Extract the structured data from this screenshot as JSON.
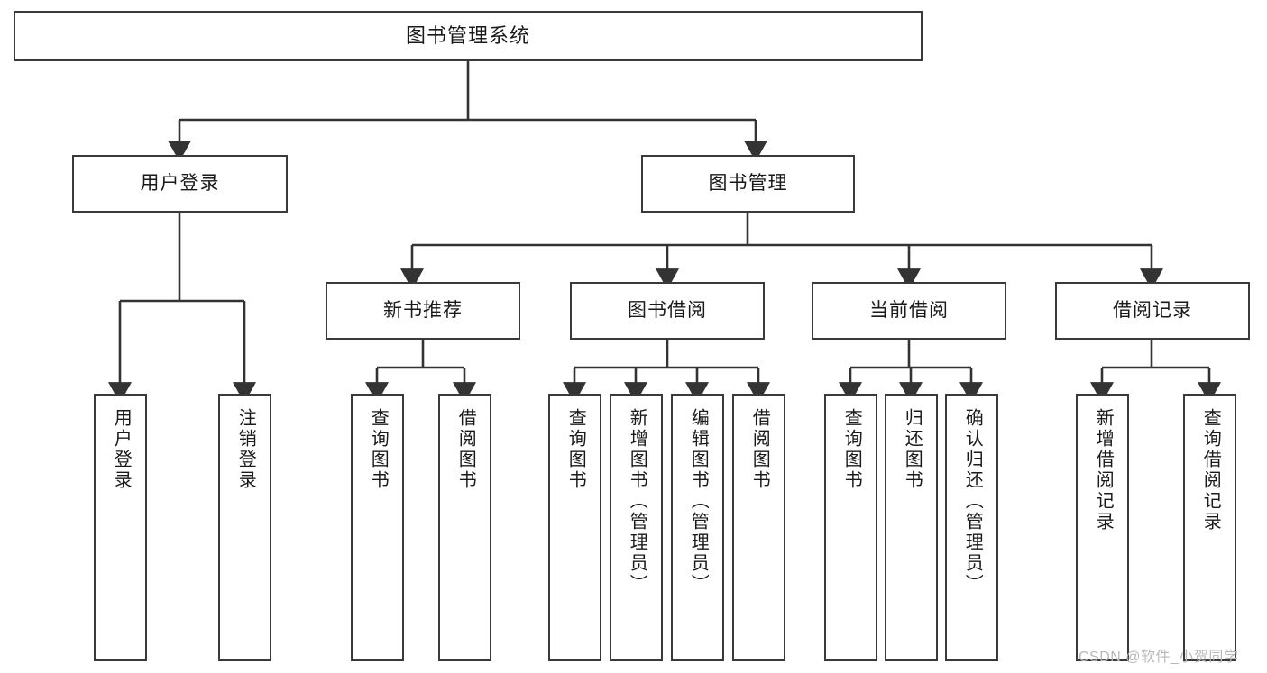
{
  "diagram": {
    "type": "hierarchy-tree",
    "title": "图书管理系统",
    "root": {
      "id": "root",
      "label": "图书管理系统",
      "level": 0
    },
    "level1": [
      {
        "id": "user-login",
        "label": "用户登录"
      },
      {
        "id": "book-management",
        "label": "图书管理"
      }
    ],
    "level2": [
      {
        "id": "new-book-recommend",
        "label": "新书推荐",
        "parent": "book-management"
      },
      {
        "id": "book-borrow",
        "label": "图书借阅",
        "parent": "book-management"
      },
      {
        "id": "current-borrow",
        "label": "当前借阅",
        "parent": "book-management"
      },
      {
        "id": "borrow-record",
        "label": "借阅记录",
        "parent": "book-management"
      }
    ],
    "leaves": [
      {
        "id": "leaf-user-login",
        "label": "用户登录",
        "parent": "user-login"
      },
      {
        "id": "leaf-user-logout",
        "label": "注销登录",
        "parent": "user-login"
      },
      {
        "id": "leaf-query-book-1",
        "label": "查询图书",
        "parent": "new-book-recommend"
      },
      {
        "id": "leaf-borrow-book-1",
        "label": "借阅图书",
        "parent": "new-book-recommend"
      },
      {
        "id": "leaf-query-book-2",
        "label": "查询图书",
        "parent": "book-borrow"
      },
      {
        "id": "leaf-add-book",
        "label": "新增图书（管理员）",
        "parent": "book-borrow"
      },
      {
        "id": "leaf-edit-book",
        "label": "编辑图书（管理员）",
        "parent": "book-borrow"
      },
      {
        "id": "leaf-borrow-book-2",
        "label": "借阅图书",
        "parent": "book-borrow"
      },
      {
        "id": "leaf-query-book-3",
        "label": "查询图书",
        "parent": "current-borrow"
      },
      {
        "id": "leaf-return-book",
        "label": "归还图书",
        "parent": "current-borrow"
      },
      {
        "id": "leaf-confirm-return",
        "label": "确认归还（管理员）",
        "parent": "current-borrow"
      },
      {
        "id": "leaf-add-record",
        "label": "新增借阅记录",
        "parent": "borrow-record"
      },
      {
        "id": "leaf-query-record",
        "label": "查询借阅记录",
        "parent": "borrow-record"
      }
    ],
    "colors": {
      "box_border": "#3a3a3a",
      "box_fill": "#ffffff",
      "connector": "#333333",
      "text": "#1a1a1a",
      "watermark": "#b9b9b9"
    }
  },
  "watermark": {
    "text": "CSDN @软件_小贺同学"
  }
}
